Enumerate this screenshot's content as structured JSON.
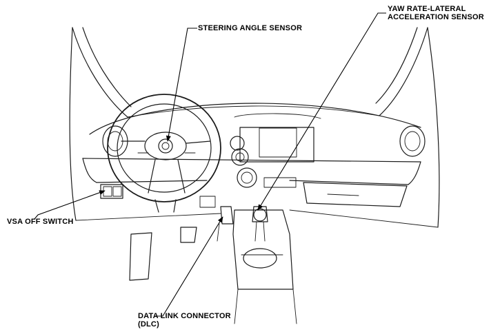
{
  "labels": {
    "steering_angle_sensor": "STEERING ANGLE SENSOR",
    "yaw_rate_sensor": "YAW RATE-LATERAL\nACCELERATION SENSOR",
    "vsa_off_switch": "VSA OFF SWITCH",
    "data_link_connector": "DATA LINK CONNECTOR\n(DLC)"
  }
}
